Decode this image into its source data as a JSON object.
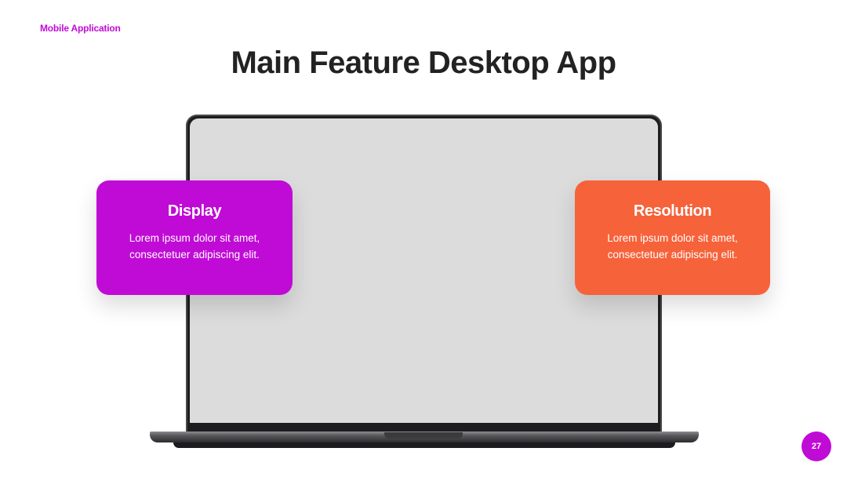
{
  "header": {
    "eyebrow": "Mobile Application",
    "title": "Main Feature Desktop App"
  },
  "cards": [
    {
      "title": "Display",
      "text": "Lorem ipsum dolor sit amet, consectetuer adipiscing elit.",
      "color": "#c00bd6"
    },
    {
      "title": "Resolution",
      "text": "Lorem ipsum dolor sit amet, consectetuer adipiscing elit.",
      "color": "#f6623a"
    }
  ],
  "footer": {
    "page_number": "27"
  },
  "colors": {
    "accent_purple": "#c00bd6",
    "accent_orange": "#f6623a",
    "title_text": "#222222",
    "screen": "#dcdcdd"
  }
}
